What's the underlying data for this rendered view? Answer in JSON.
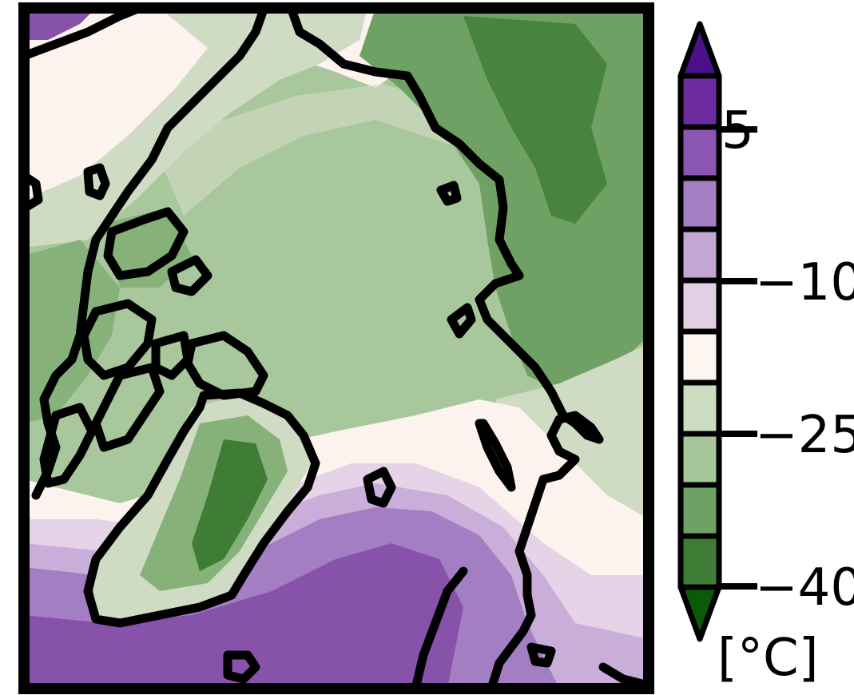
{
  "colorbar": {
    "unit": "[°C]",
    "ticks": [
      "5",
      "−10",
      "−25",
      "−40"
    ],
    "levels": [
      {
        "color": "#4b0f8a",
        "kind": "over"
      },
      {
        "color": "#6d2ba0"
      },
      {
        "color": "#8a56b2"
      },
      {
        "color": "#a47ec3"
      },
      {
        "color": "#c4a6d5"
      },
      {
        "color": "#e3cfe4"
      },
      {
        "color": "#fdf5ef"
      },
      {
        "color": "#cbdcc0"
      },
      {
        "color": "#a6c69a"
      },
      {
        "color": "#6ea163"
      },
      {
        "color": "#3f7d36"
      },
      {
        "color": "#0a5a0a",
        "kind": "under"
      }
    ]
  },
  "map": {
    "palette": {
      "deep_purple": "#8652aa",
      "purple": "#a47ec3",
      "light_purple": "#c9aed9",
      "pale_pink": "#e6d3e8",
      "cream": "#fdf3ee",
      "pale_green": "#cfdcc3",
      "light_green": "#a9c79c",
      "green": "#86b27a",
      "mid_green": "#6ea163",
      "dark_green": "#3f7d36",
      "coast": "#000000"
    }
  }
}
